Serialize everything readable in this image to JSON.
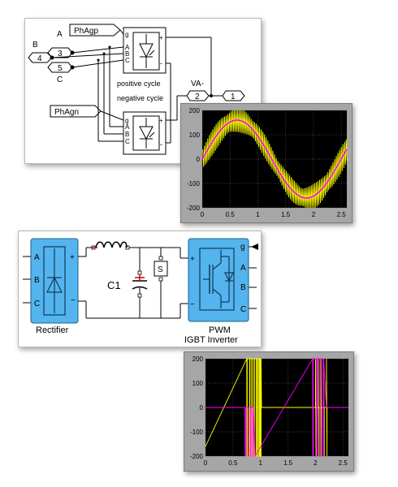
{
  "thyristor_panel": {
    "goto_top": "PhAgp",
    "goto_bottom": "PhAgn",
    "port_labels": {
      "A": "A",
      "B": "B",
      "C": "C"
    },
    "port_numbers": {
      "A": "3",
      "B": "4",
      "C": "5"
    },
    "block_pins": [
      "g",
      "A",
      "B",
      "C"
    ],
    "plus_sign": "+",
    "minus_sign": "-",
    "positive_label": "positive cycle",
    "negative_label": "negative cycle",
    "out_label": "VA-",
    "out_ports": [
      "2",
      "1"
    ]
  },
  "converter_panel": {
    "rectifier_label": "Rectifier",
    "rectifier_pins": [
      "A",
      "B",
      "C"
    ],
    "rectifier_plus": "+",
    "rectifier_minus": "−",
    "capacitor_label": "C1",
    "switch_label": "S",
    "inverter_label_line1": "PWM",
    "inverter_label_line2": "IGBT Inverter",
    "inverter_pins": [
      "g",
      "A",
      "B",
      "C"
    ],
    "inverter_plus": "+",
    "inverter_minus": "−"
  },
  "colors": {
    "yellow": "#ffff00",
    "magenta": "#ff00ff",
    "block_blue": "#54b4ee",
    "scope_bg": "#000000"
  },
  "chart_data": [
    {
      "type": "line",
      "x_ticks": [
        0,
        0.5,
        1,
        1.5,
        2,
        2.5
      ],
      "y_ticks": [
        -200,
        -100,
        0,
        100,
        200
      ],
      "xlim": [
        0,
        2.6
      ],
      "ylim": [
        -200,
        200
      ],
      "grid": true,
      "series": [
        {
          "color": "#ffff00",
          "description_kind": "sine with switching chatter",
          "amplitude": 160,
          "period": 2.5,
          "ripple": 50
        },
        {
          "color": "#ff00ff",
          "description_kind": "smooth sine",
          "amplitude": 160,
          "period": 2.5
        }
      ]
    },
    {
      "type": "line",
      "x_ticks": [
        0,
        0.5,
        1,
        1.5,
        2,
        2.5
      ],
      "y_ticks": [
        -200,
        -100,
        0,
        100,
        200
      ],
      "xlim": [
        0,
        2.6
      ],
      "ylim": [
        -200,
        200
      ],
      "grid": true,
      "series": [
        {
          "color": "#ffff00",
          "description_kind": "rising ramp then switching pulses"
        },
        {
          "color": "#ff00ff",
          "description_kind": "rising ramp then switching pulses"
        }
      ]
    }
  ]
}
